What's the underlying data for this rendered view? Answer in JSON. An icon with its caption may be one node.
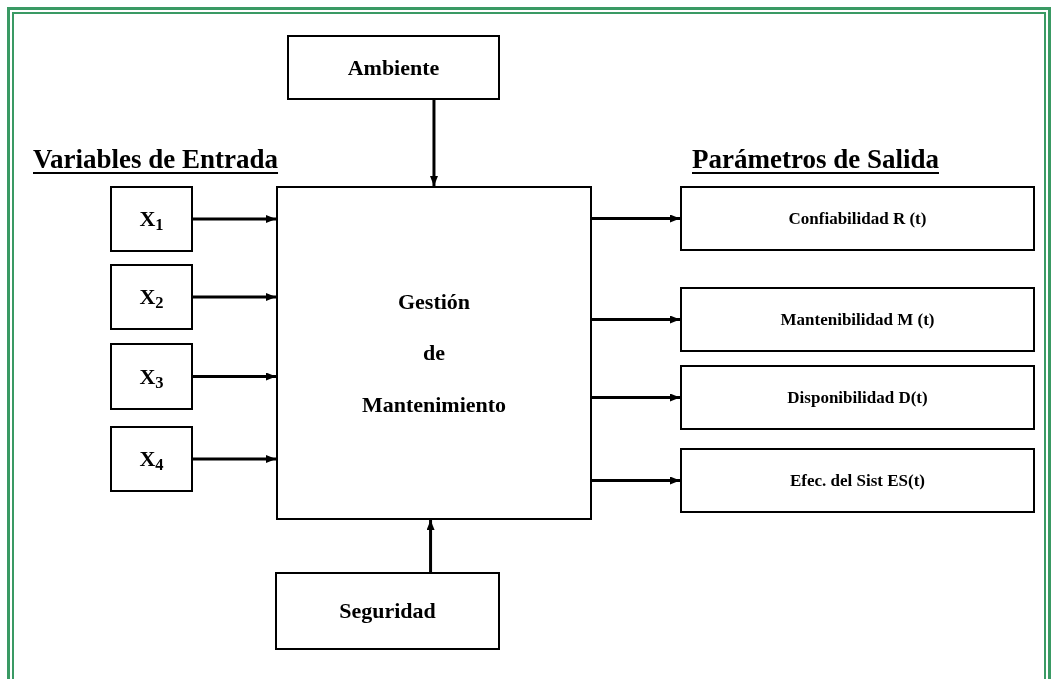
{
  "diagram": {
    "nodes": [
      {
        "text": [
          "Ambiente"
        ]
      },
      {
        "text": [
          "X$_{1}$"
        ]
      },
      {
        "text": [
          "X$_{2}$"
        ]
      },
      {
        "text": [
          "X$_{3}$"
        ]
      },
      {
        "text": [
          "X$_{4}$"
        ]
      },
      {
        "text": [
          "Gestión",
          "de",
          "Mantenimiento"
        ]
      },
      {
        "text": [
          "Confiabilidad R (t)"
        ]
      },
      {
        "text": [
          "Mantenibilidad M (t)"
        ]
      },
      {
        "text": [
          "Disponibilidad D(t)"
        ]
      },
      {
        "text": [
          "Efec. del Sist ES(t)"
        ]
      },
      {
        "text": [
          "Seguridad"
        ]
      }
    ],
    "edges": [
      {
        "from": 0,
        "to": 5,
        "arrow": "to"
      },
      {
        "from": 1,
        "to": 5,
        "arrow": "to"
      },
      {
        "from": 2,
        "to": 5,
        "arrow": "to"
      },
      {
        "from": 3,
        "to": 5,
        "arrow": "to"
      },
      {
        "from": 4,
        "to": 5,
        "arrow": "to"
      },
      {
        "from": 5,
        "to": 6,
        "arrow": "to"
      },
      {
        "from": 5,
        "to": 7,
        "arrow": "to"
      },
      {
        "from": 5,
        "to": 8,
        "arrow": "to"
      },
      {
        "from": 5,
        "to": 9,
        "arrow": "to"
      },
      {
        "from": 10,
        "to": 5,
        "arrow": "to"
      }
    ],
    "labels": [
      "Variables de Entrada",
      "Parámetros de Salida"
    ]
  }
}
